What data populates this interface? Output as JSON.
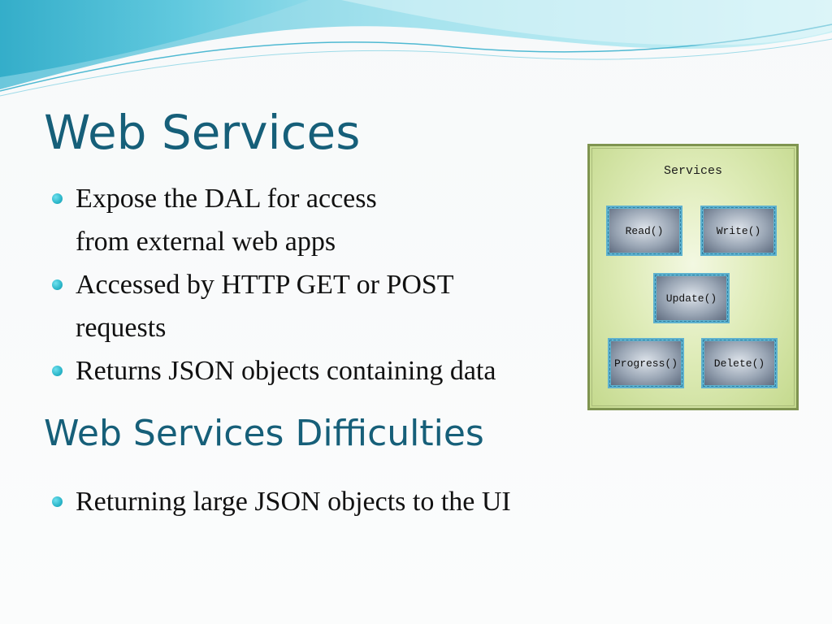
{
  "slide": {
    "title": "Web Services",
    "bullets": [
      {
        "lines": [
          "Expose the DAL for access",
          "from external web apps"
        ]
      },
      {
        "lines": [
          "Accessed by HTTP GET or POST",
          "requests"
        ]
      },
      {
        "lines": [
          "Returns JSON objects containing data"
        ]
      }
    ],
    "subtitle": "Web Services Difficulties",
    "bullets2": [
      {
        "lines": [
          "Returning large JSON objects to the UI"
        ]
      }
    ]
  },
  "diagram": {
    "title": "Services",
    "services": {
      "read": "Read()",
      "write": "Write()",
      "update": "Update()",
      "progress": "Progress()",
      "delete": "Delete()"
    }
  },
  "colors": {
    "title": "#165f79",
    "bullet": "#2bb6c9",
    "wave": "#8fd8e6",
    "diagram_fill": "#dfecb9",
    "service_border": "#5fb2cf"
  }
}
